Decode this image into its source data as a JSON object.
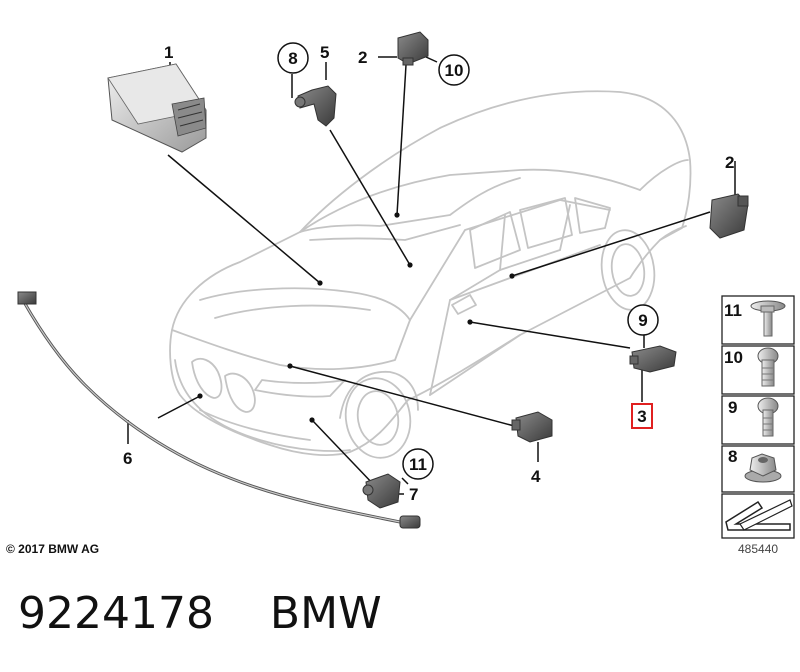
{
  "callouts": {
    "c1": "1",
    "c2_top": "2",
    "c2_right": "2",
    "c3": "3",
    "c4": "4",
    "c5": "5",
    "c6": "6",
    "c7": "7",
    "c8": "8",
    "c9": "9",
    "c10": "10",
    "c11": "11"
  },
  "key_panel": {
    "items": [
      "11",
      "10",
      "9",
      "8"
    ]
  },
  "highlight_color": "#e02020",
  "copyright": "© 2017 BMW AG",
  "diagram_ref": "485440",
  "bottom": {
    "part_number": "9224178",
    "brand": "BMW"
  }
}
